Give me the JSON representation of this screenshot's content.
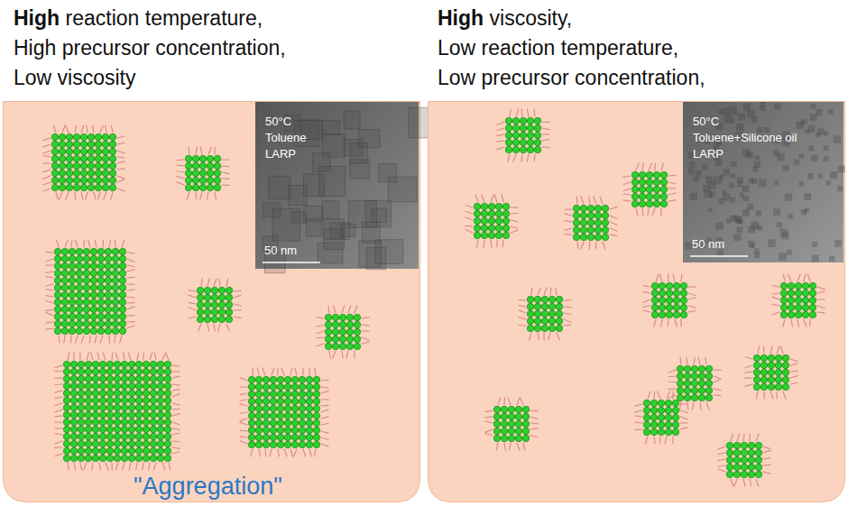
{
  "diagram": {
    "nodes": [
      {
        "text": [
          "High",
          "reaction temperature,",
          "High precursor concentration,",
          "Low viscosity",
          "\"Aggregation\""
        ]
      },
      {
        "text": [
          "50°C",
          "Toluene",
          "LARP",
          "50 nm"
        ],
        "in": 0
      },
      {
        "text": [
          "High",
          "viscosity,",
          "Low reaction temperature,",
          "Low precursor concentration,"
        ]
      },
      {
        "text": [
          "50°C",
          "Toluene+Silicone oil",
          "LARP",
          "50 nm"
        ],
        "in": 2
      }
    ]
  }
}
